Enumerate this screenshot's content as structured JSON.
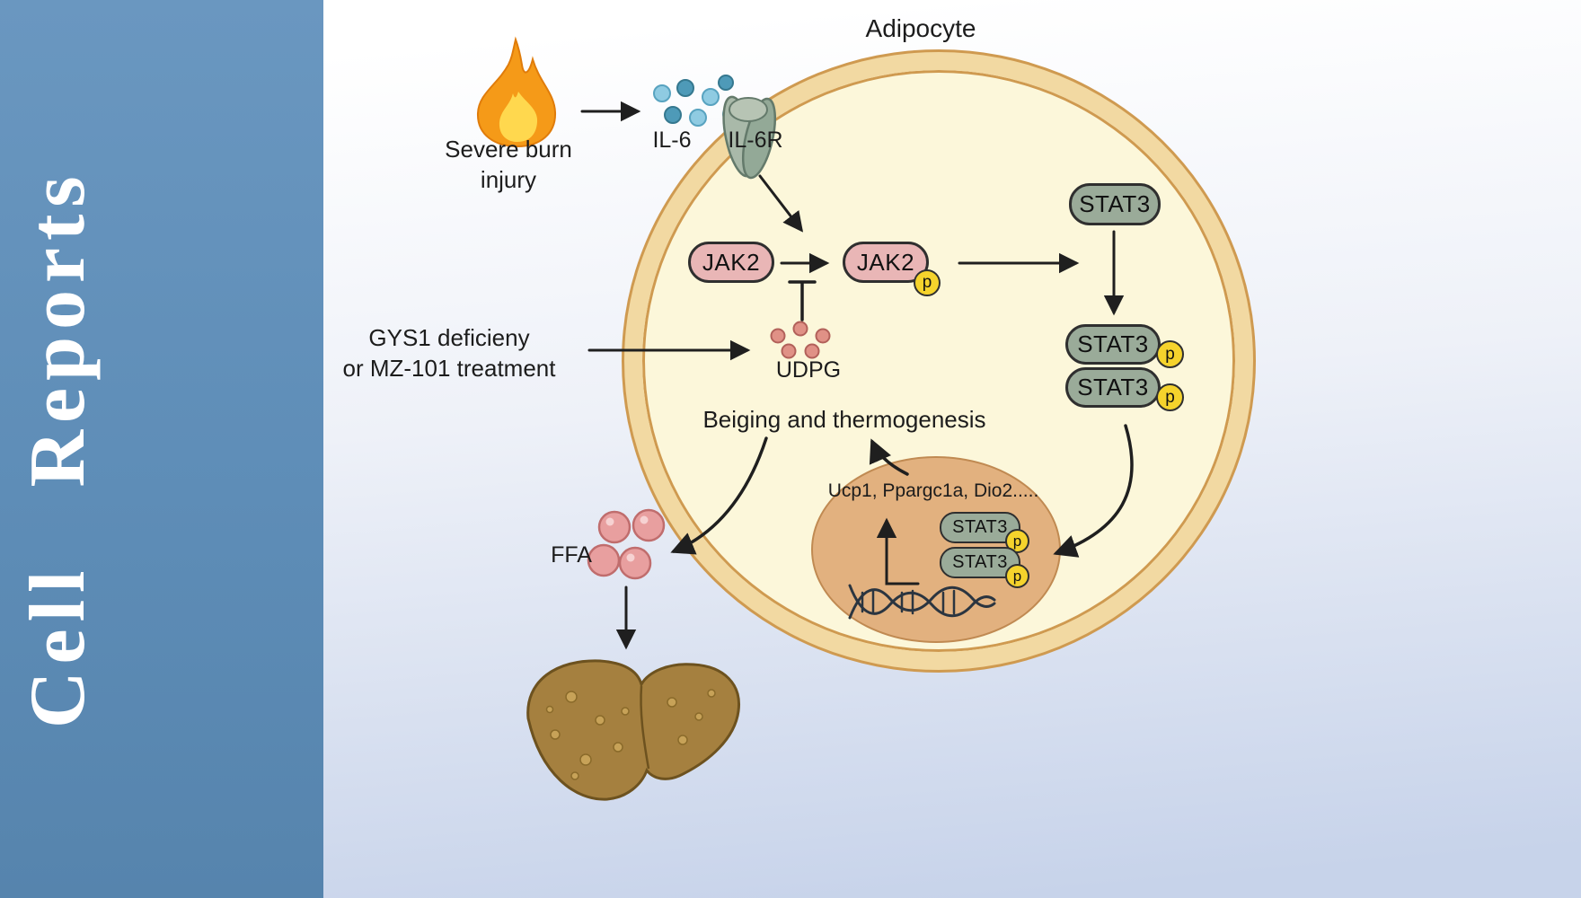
{
  "journal": {
    "title": "Cell Reports"
  },
  "diagram": {
    "cell_label": "Adipocyte",
    "burn_line1": "Severe burn",
    "burn_line2": "injury",
    "il6_label": "IL-6",
    "il6r_label": "IL-6R",
    "jak2_label": "JAK2",
    "p_label": "p",
    "stat3_label": "STAT3",
    "udpg_label": "UDPG",
    "gys1_line1": "GYS1 deficieny",
    "gys1_line2": "or MZ-101 treatment",
    "beiging_label": "Beiging and thermogenesis",
    "genes_label": "Ucp1, Ppargc1a, Dio2.....",
    "ffa_label": "FFA",
    "colors": {
      "sidebar_blue": "#5e8db7",
      "cell_fill": "#fcf7da",
      "membrane": "#f2d9a2",
      "membrane_edge": "#cf9a50",
      "jak2_pink": "#e9b6b6",
      "stat3_green": "#9aab99",
      "phospho_yellow": "#f5d32c",
      "nucleus_tan": "#e2b17f",
      "il6_blue": "#4e9ab8",
      "udpg_salmon": "#e09186"
    }
  }
}
